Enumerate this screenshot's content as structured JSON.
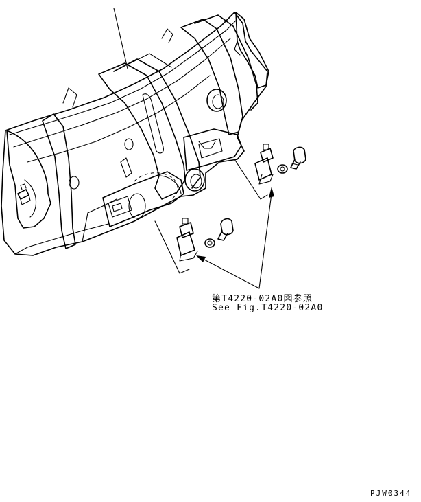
{
  "callout": {
    "reference_jp": "第T4220-02A0図参照",
    "reference_en": "See Fig.T4220-02A0"
  },
  "drawing_code": "PJW0344"
}
